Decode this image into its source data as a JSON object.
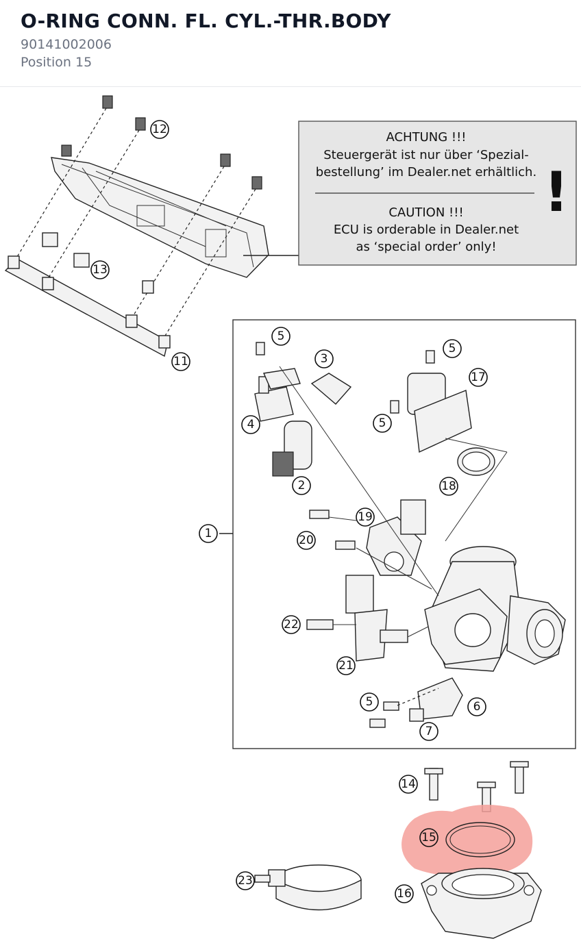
{
  "header": {
    "title": "O-RING CONN. FL. CYL.-THR.BODY",
    "part_number": "90141002006",
    "position": "Position 15"
  },
  "note": {
    "line1": "ACHTUNG !!!",
    "line2": "Steuergerät ist nur über ‘Spezial-",
    "line3": "bestellung’ im Dealer.net erhältlich.",
    "line4": "CAUTION !!!",
    "line5": "ECU is orderable in Dealer.net",
    "line6": "as ‘special order’ only!",
    "mark": "!"
  },
  "callouts": {
    "c1": "1",
    "c2": "2",
    "c3": "3",
    "c4": "4",
    "c5a": "5",
    "c5b": "5",
    "c5c": "5",
    "c5d": "5",
    "c6": "6",
    "c7": "7",
    "c11": "11",
    "c12": "12",
    "c13": "13",
    "c14": "14",
    "c15": "15",
    "c16": "16",
    "c17": "17",
    "c18": "18",
    "c19": "19",
    "c20": "20",
    "c21": "21",
    "c22": "22",
    "c23": "23"
  },
  "colors": {
    "highlight": "#f4a09a",
    "title": "#111827",
    "subtitle": "#6b7280",
    "note_bg": "#e6e6e6"
  }
}
